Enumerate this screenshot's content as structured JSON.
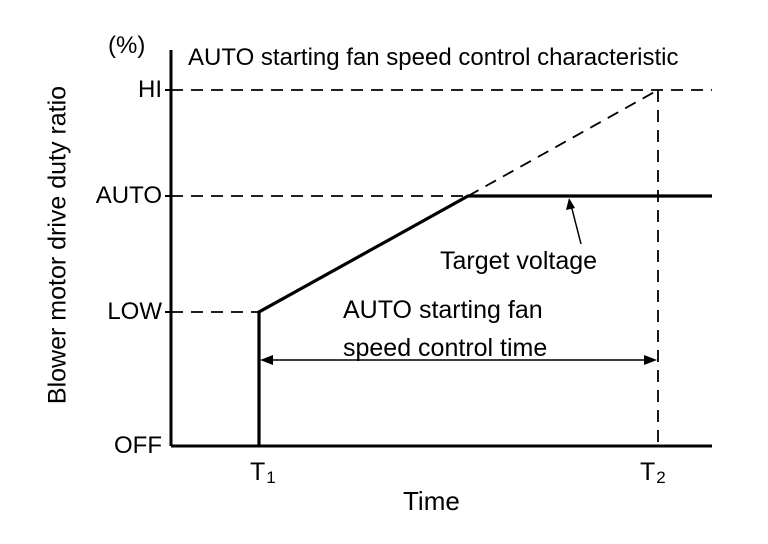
{
  "diagram": {
    "title": "AUTO starting fan speed control characteristic",
    "y_axis_label": "Blower motor drive duty ratio",
    "y_unit": "(%)",
    "x_axis_label": "Time",
    "y_ticks": [
      "HI",
      "AUTO",
      "LOW",
      "OFF"
    ],
    "x_ticks": [
      {
        "main": "T",
        "sub": "1"
      },
      {
        "main": "T",
        "sub": "2"
      }
    ],
    "annotations": {
      "target_voltage": "Target voltage",
      "control_time_line1": "AUTO starting fan",
      "control_time_line2": "speed control time"
    },
    "line_color": "#000000"
  }
}
